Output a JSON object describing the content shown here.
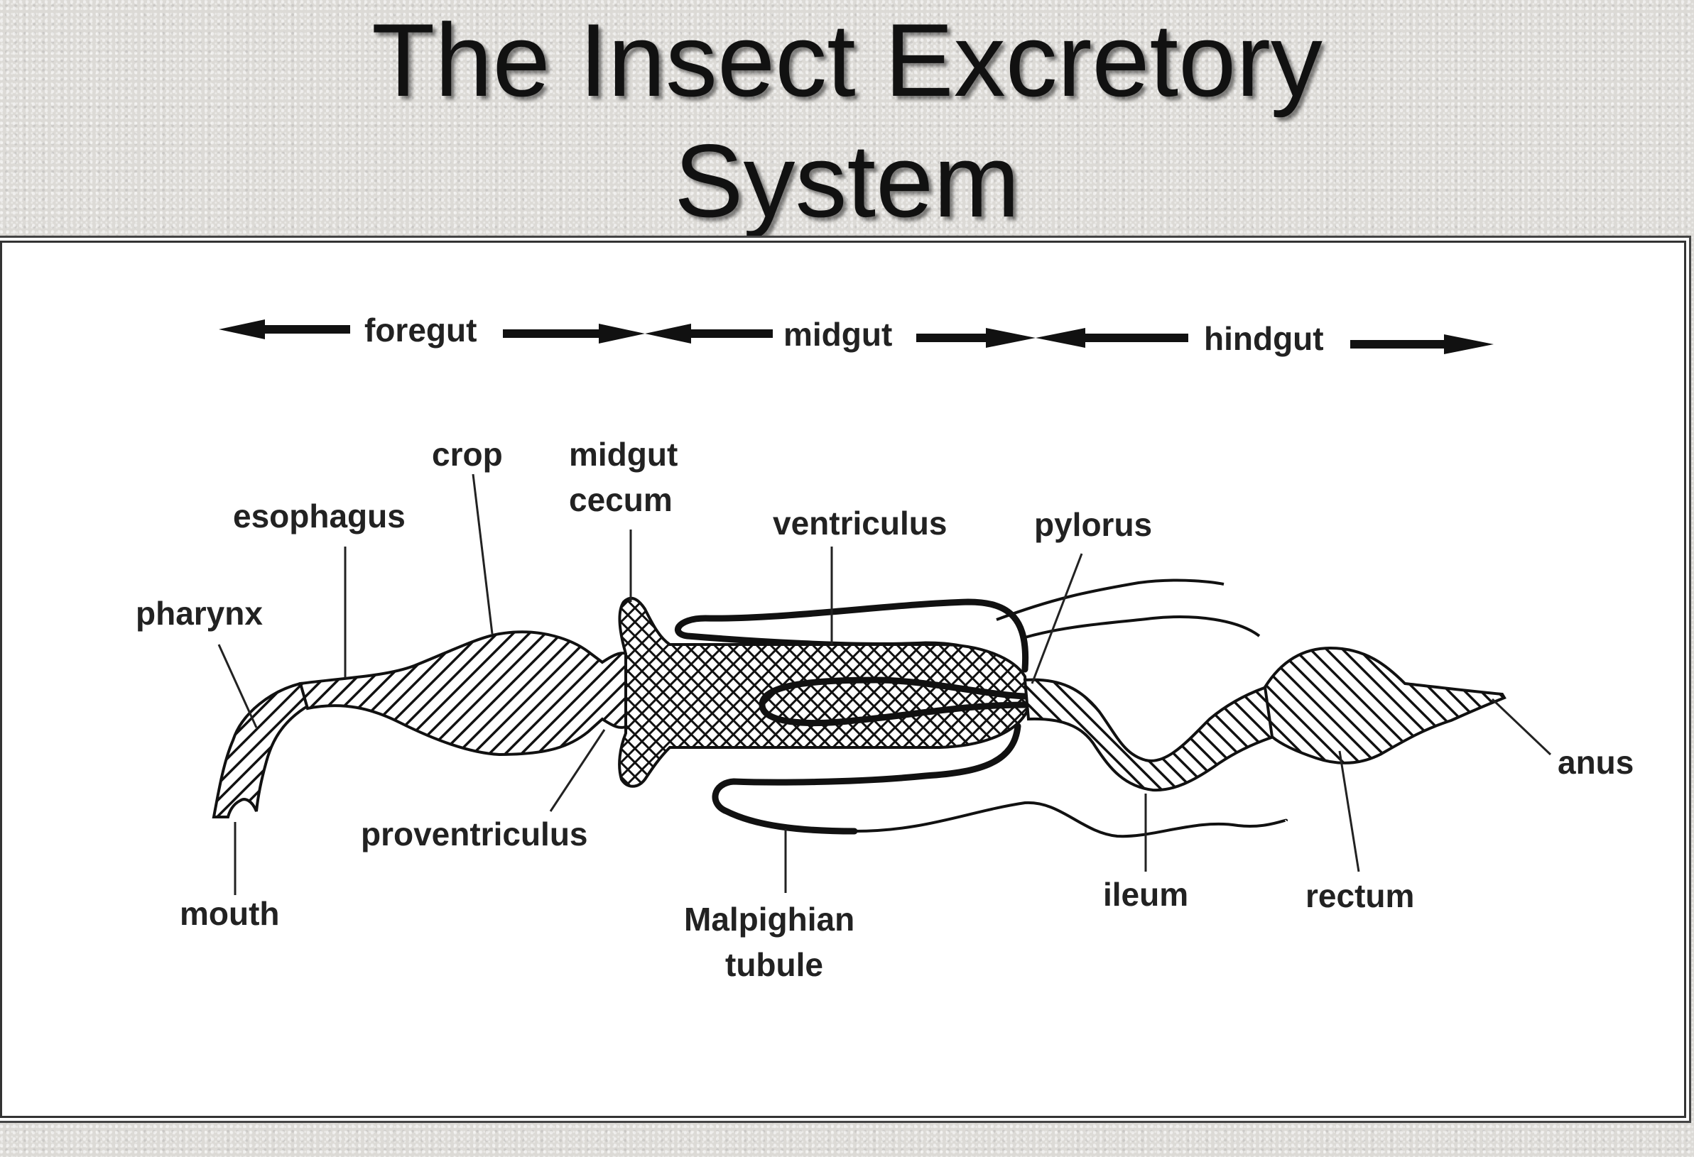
{
  "title": {
    "line1": "The Insect Excretory",
    "line2": "System"
  },
  "regions": {
    "foregut": "foregut",
    "midgut": "midgut",
    "hindgut": "hindgut"
  },
  "labels": {
    "pharynx": "pharynx",
    "esophagus": "esophagus",
    "crop": "crop",
    "midgut_cecum_1": "midgut",
    "midgut_cecum_2": "cecum",
    "ventriculus": "ventriculus",
    "pylorus": "pylorus",
    "anus": "anus",
    "mouth": "mouth",
    "proventriculus": "proventriculus",
    "malpighian_1": "Malpighian",
    "malpighian_2": "tubule",
    "ileum": "ileum",
    "rectum": "rectum"
  }
}
